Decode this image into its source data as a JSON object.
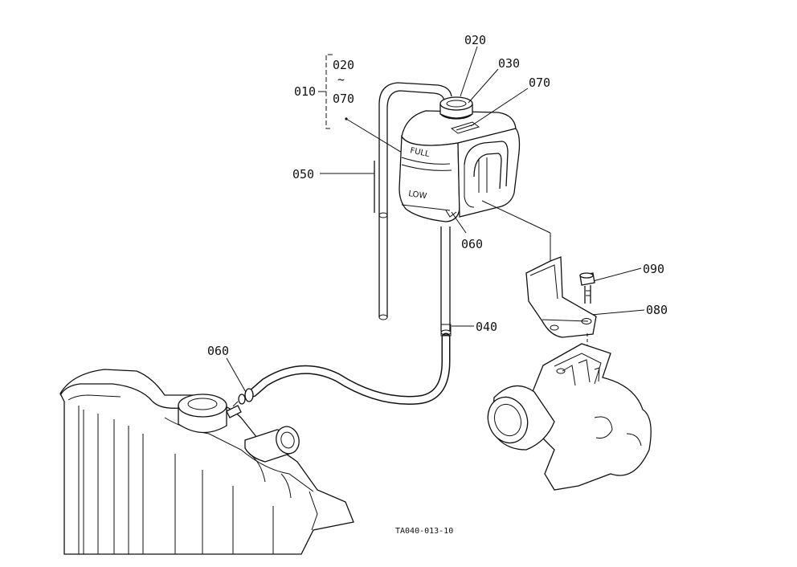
{
  "labels": {
    "p010": "010",
    "p020_top": "020",
    "p020_bracket": "020",
    "tilde": "~",
    "p070_bracket": "070",
    "p030": "030",
    "p070": "070",
    "p050": "050",
    "p060_tank": "060",
    "p090": "090",
    "p080": "080",
    "p040": "040",
    "p060_rad": "060"
  },
  "tank_marks": {
    "full": "FULL",
    "low": "LOW"
  },
  "drawing_code": "TA040-013-10"
}
